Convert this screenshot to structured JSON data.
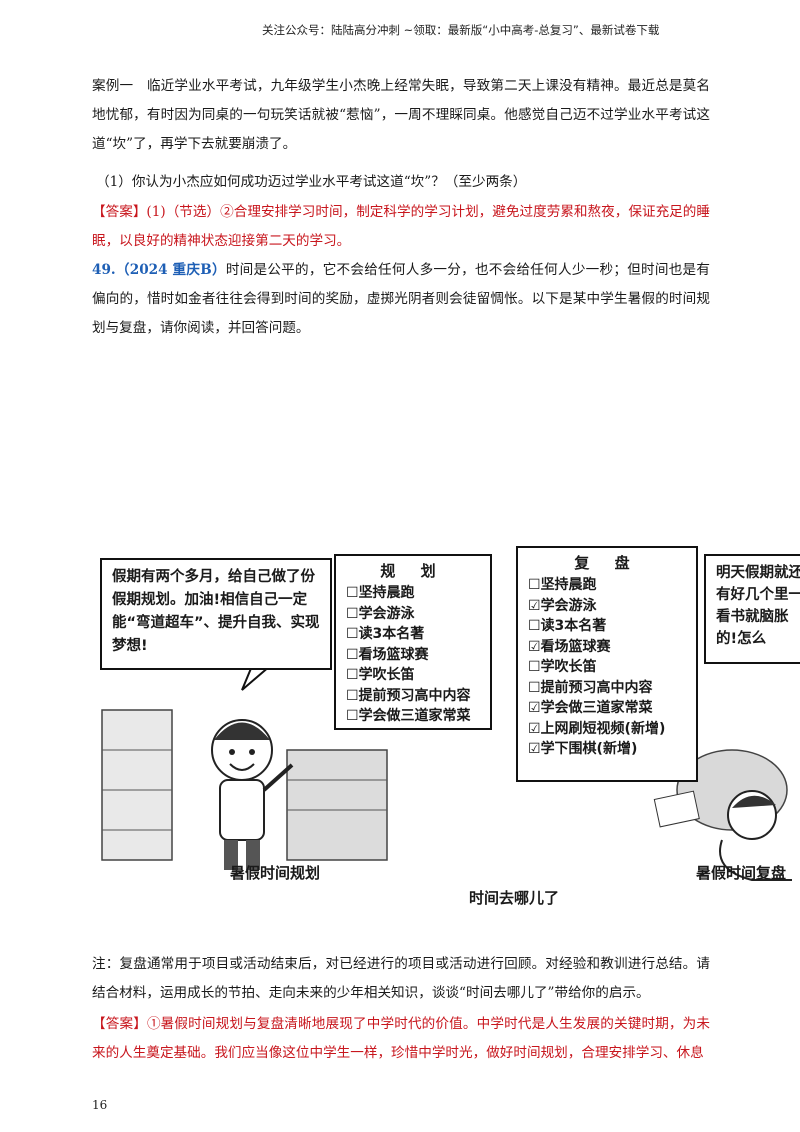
{
  "header": "关注公众号：陆陆高分冲刺 ~领取：最新版“小中高考-总复习”、最新试卷下载",
  "case": {
    "text": "案例一　临近学业水平考试，九年级学生小杰晚上经常失眠，导致第二天上课没有精神。最近总是莫名地忧郁，有时因为同桌的一句玩笑话就被“惹恼”，一周不理睬同桌。他感觉自己迈不过学业水平考试这道“坎”了，再学下去就要崩溃了。",
    "question": "（1）你认为小杰应如何成功迈过学业水平考试这道“坎”？（至少两条）",
    "answer": "【答案】(1)（节选）②合理安排学习时间，制定科学的学习计划，避免过度劳累和熬夜，保证充足的睡眠，以良好的精神状态迎接第二天的学习。"
  },
  "q49": {
    "label": "49.（2024 重庆B）",
    "text": "时间是公平的，它不会给任何人多一分，也不会给任何人少一秒；但时间也是有偏向的，惜时如金者往往会得到时间的奖励，虚掷光阴者则会徒留惆怅。以下是某中学生暑假的时间规划与复盘，请你阅读，并回答问题。"
  },
  "cartoon": {
    "left_bubble": "假期有两个多月，给自己做了份假期规划。加油!相信自己一定能“弯道超车”、提升自我、实现梦想!",
    "plan": {
      "title": "规 划",
      "items": [
        {
          "mark": "☐",
          "text": "坚持晨跑"
        },
        {
          "mark": "☐",
          "text": "学会游泳"
        },
        {
          "mark": "☐",
          "text": "读3本名著"
        },
        {
          "mark": "☐",
          "text": "看场篮球赛"
        },
        {
          "mark": "☐",
          "text": "学吹长笛"
        },
        {
          "mark": "☐",
          "text": "提前预习高中内容"
        },
        {
          "mark": "☐",
          "text": "学会做三道家常菜"
        }
      ]
    },
    "review": {
      "title": "复 盘",
      "items": [
        {
          "mark": "☐",
          "text": "坚持晨跑"
        },
        {
          "mark": "☑",
          "text": "学会游泳"
        },
        {
          "mark": "☐",
          "text": "读3本名著"
        },
        {
          "mark": "☑",
          "text": "看场篮球赛"
        },
        {
          "mark": "☐",
          "text": "学吹长笛"
        },
        {
          "mark": "☐",
          "text": "提前预习高中内容"
        },
        {
          "mark": "☑",
          "text": "学会做三道家常菜"
        },
        {
          "mark": "☑",
          "text": "上网刷短视频(新增)"
        },
        {
          "mark": "☑",
          "text": "学下围棋(新增)"
        }
      ]
    },
    "right_bubble": "明天假期就还有好几个里一看书就脑胀的!怎么",
    "caption_left": "暑假时间规划",
    "caption_center": "时间去哪儿了",
    "caption_right": "暑假时间复盘"
  },
  "note": "注：复盘通常用于项目或活动结束后，对已经进行的项目或活动进行回顾。对经验和教训进行总结。请结合材料，运用成长的节拍、走向未来的少年相关知识，谈谈“时间去哪儿了”带给你的启示。",
  "answer2": "【答案】①暑假时间规划与复盘清晰地展现了中学时代的价值。中学时代是人生发展的关键时期，为未来的人生奠定基础。我们应当像这位中学生一样，珍惜中学时光，做好时间规划，合理安排学习、休息",
  "page_number": "16"
}
